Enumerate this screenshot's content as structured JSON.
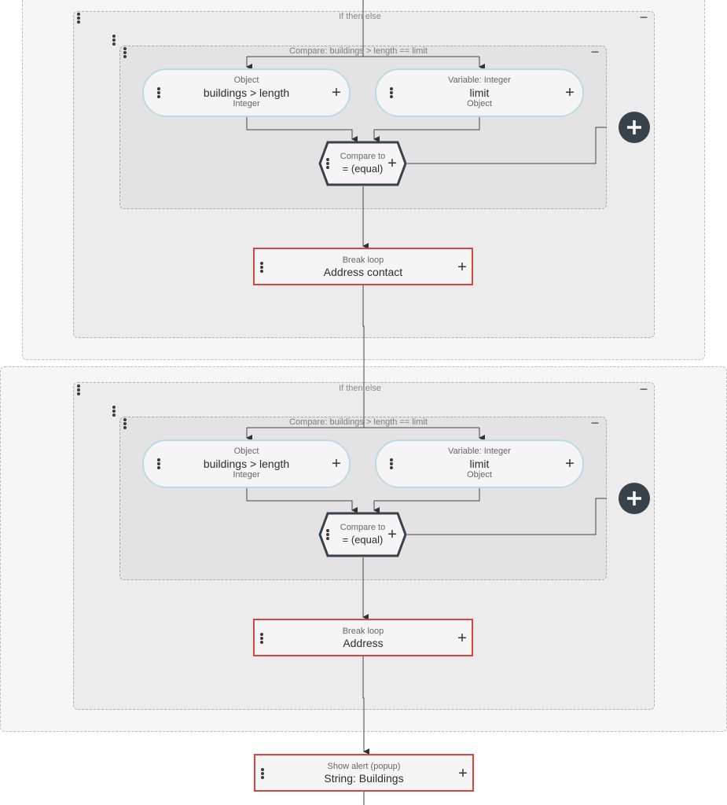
{
  "blocks": [
    {
      "if_label": "If then else",
      "compare_label": "Compare: buildings > length == limit",
      "object_node": {
        "kind": "Object",
        "value": "buildings > length",
        "type": "Integer"
      },
      "variable_node": {
        "kind": "Variable: Integer",
        "value": "limit",
        "type": "Object"
      },
      "compare_node": {
        "kind": "Compare to",
        "value": "= (equal)"
      },
      "action_node": {
        "kind": "Break loop",
        "value": "Address contact"
      }
    },
    {
      "if_label": "If then else",
      "compare_label": "Compare: buildings > length == limit",
      "object_node": {
        "kind": "Object",
        "value": "buildings > length",
        "type": "Integer"
      },
      "variable_node": {
        "kind": "Variable: Integer",
        "value": "limit",
        "type": "Object"
      },
      "compare_node": {
        "kind": "Compare to",
        "value": "= (equal)"
      },
      "action_node": {
        "kind": "Break loop",
        "value": "Address"
      }
    }
  ],
  "alert_node": {
    "kind": "Show alert (popup)",
    "value": "String: Buildings"
  },
  "icons": {
    "collapse": "minus",
    "expand": "plus",
    "drag": "vertical-dots",
    "add": "plus-circle"
  },
  "colors": {
    "accent_border": "#d8453f",
    "pill_border": "#b9dbe5",
    "fab": "#37424a",
    "hex_border": "#37424a"
  }
}
